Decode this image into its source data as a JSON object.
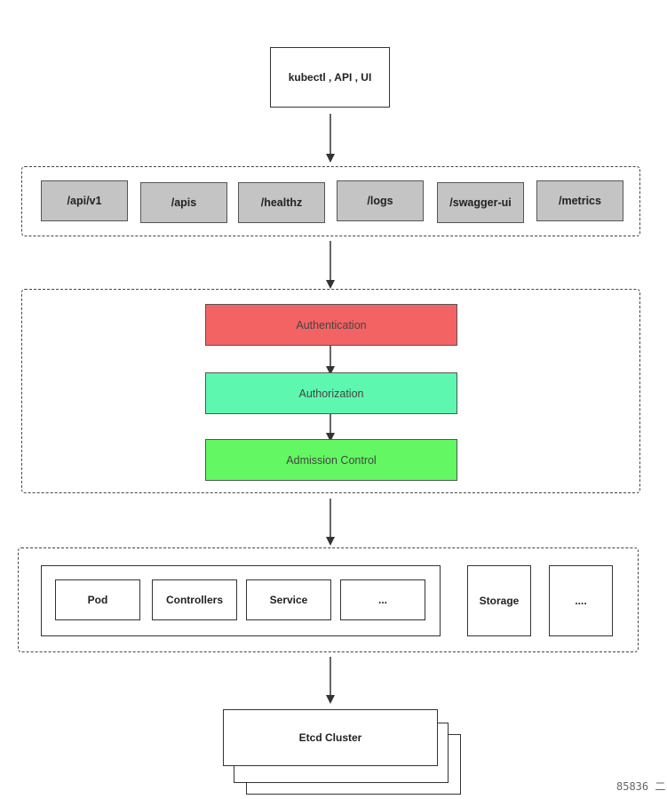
{
  "client": {
    "label": "kubectl , API , UI"
  },
  "endpoints": [
    "/api/v1",
    "/apis",
    "/healthz",
    "/logs",
    "/swagger-ui",
    "/metrics"
  ],
  "pipeline": {
    "authentication": {
      "label": "Authentication",
      "color": "#f46363"
    },
    "authorization": {
      "label": "Authorization",
      "color": "#5ef7b0"
    },
    "admission": {
      "label": "Admission Control",
      "color": "#63f763"
    }
  },
  "resources": {
    "items": [
      "Pod",
      "Controllers",
      "Service",
      "..."
    ],
    "storage": "Storage",
    "more": "...."
  },
  "etcd": {
    "label": "Etcd Cluster"
  },
  "watermark": "85836 二"
}
